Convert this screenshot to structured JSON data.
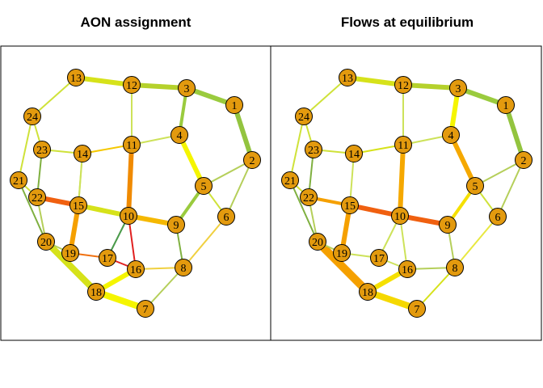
{
  "panels": [
    {
      "title": "AON assignment",
      "nodes": [
        {
          "id": "1",
          "label": "1"
        },
        {
          "id": "2",
          "label": "2"
        },
        {
          "id": "3",
          "label": "3"
        },
        {
          "id": "4",
          "label": "4"
        },
        {
          "id": "5",
          "label": "5"
        },
        {
          "id": "6",
          "label": "6"
        },
        {
          "id": "7",
          "label": "7"
        },
        {
          "id": "8",
          "label": "8"
        },
        {
          "id": "9",
          "label": "9"
        },
        {
          "id": "10",
          "label": "10"
        },
        {
          "id": "11",
          "label": "11"
        },
        {
          "id": "12",
          "label": "12"
        },
        {
          "id": "13",
          "label": "13"
        },
        {
          "id": "14",
          "label": "14"
        },
        {
          "id": "15",
          "label": "15"
        },
        {
          "id": "16",
          "label": "16"
        },
        {
          "id": "17",
          "label": "17"
        },
        {
          "id": "18",
          "label": "18"
        },
        {
          "id": "19",
          "label": "19"
        },
        {
          "id": "20",
          "label": "20"
        },
        {
          "id": "21",
          "label": "21"
        },
        {
          "id": "22",
          "label": "22"
        },
        {
          "id": "23",
          "label": "23"
        },
        {
          "id": "24",
          "label": "24"
        }
      ],
      "edges": [
        {
          "from": "13",
          "to": "12",
          "color": "#d6e21a",
          "weight": 3
        },
        {
          "from": "12",
          "to": "3",
          "color": "#b5d12c",
          "weight": 3
        },
        {
          "from": "3",
          "to": "1",
          "color": "#9acb3e",
          "weight": 3
        },
        {
          "from": "1",
          "to": "2",
          "color": "#93c43f",
          "weight": 3
        },
        {
          "from": "13",
          "to": "24",
          "color": "#cfe23a",
          "weight": 1
        },
        {
          "from": "12",
          "to": "11",
          "color": "#cde25a",
          "weight": 1
        },
        {
          "from": "3",
          "to": "4",
          "color": "#9acb3e",
          "weight": 2
        },
        {
          "from": "4",
          "to": "11",
          "color": "#cde25a",
          "weight": 1
        },
        {
          "from": "4",
          "to": "5",
          "color": "#f5f500",
          "weight": 3
        },
        {
          "from": "2",
          "to": "5",
          "color": "#b5cf5a",
          "weight": 1
        },
        {
          "from": "2",
          "to": "6",
          "color": "#b5cf5a",
          "weight": 1
        },
        {
          "from": "5",
          "to": "6",
          "color": "#cfe23a",
          "weight": 1
        },
        {
          "from": "5",
          "to": "9",
          "color": "#9acb3e",
          "weight": 2
        },
        {
          "from": "6",
          "to": "8",
          "color": "#f0d040",
          "weight": 1
        },
        {
          "from": "8",
          "to": "7",
          "color": "#b5cf5a",
          "weight": 1
        },
        {
          "from": "9",
          "to": "8",
          "color": "#7fb040",
          "weight": 1
        },
        {
          "from": "10",
          "to": "9",
          "color": "#f5b800",
          "weight": 3
        },
        {
          "from": "11",
          "to": "10",
          "color": "#f08a00",
          "weight": 3
        },
        {
          "from": "11",
          "to": "14",
          "color": "#f5c800",
          "weight": 1
        },
        {
          "from": "14",
          "to": "15",
          "color": "#cde25a",
          "weight": 1
        },
        {
          "from": "15",
          "to": "10",
          "color": "#d6e21a",
          "weight": 3
        },
        {
          "from": "15",
          "to": "22",
          "color": "#f06010",
          "weight": 3
        },
        {
          "from": "15",
          "to": "19",
          "color": "#f5a000",
          "weight": 3
        },
        {
          "from": "10",
          "to": "17",
          "color": "#4a9a4a",
          "weight": 1
        },
        {
          "from": "10",
          "to": "16",
          "color": "#e02020",
          "weight": 1
        },
        {
          "from": "17",
          "to": "16",
          "color": "#e02020",
          "weight": 1
        },
        {
          "from": "16",
          "to": "8",
          "color": "#f0d040",
          "weight": 1
        },
        {
          "from": "16",
          "to": "18",
          "color": "#f5f500",
          "weight": 3
        },
        {
          "from": "19",
          "to": "17",
          "color": "#f07010",
          "weight": 1
        },
        {
          "from": "18",
          "to": "7",
          "color": "#f5f500",
          "weight": 4
        },
        {
          "from": "20",
          "to": "18",
          "color": "#d6e21a",
          "weight": 4
        },
        {
          "from": "20",
          "to": "19",
          "color": "#b5cf5a",
          "weight": 1
        },
        {
          "from": "21",
          "to": "20",
          "color": "#7fb040",
          "weight": 1
        },
        {
          "from": "22",
          "to": "20",
          "color": "#b5cf5a",
          "weight": 1
        },
        {
          "from": "21",
          "to": "24",
          "color": "#cfe23a",
          "weight": 1
        },
        {
          "from": "24",
          "to": "23",
          "color": "#cfe23a",
          "weight": 1
        },
        {
          "from": "23",
          "to": "14",
          "color": "#cfe23a",
          "weight": 1
        },
        {
          "from": "23",
          "to": "22",
          "color": "#7fb040",
          "weight": 1
        },
        {
          "from": "21",
          "to": "22",
          "color": "#cfe23a",
          "weight": 1
        },
        {
          "from": "14",
          "to": "15",
          "color": "#cde25a",
          "weight": 1
        }
      ]
    },
    {
      "title": "Flows at equilibrium",
      "nodes": [
        {
          "id": "1",
          "label": "1"
        },
        {
          "id": "2",
          "label": "2"
        },
        {
          "id": "3",
          "label": "3"
        },
        {
          "id": "4",
          "label": "4"
        },
        {
          "id": "5",
          "label": "5"
        },
        {
          "id": "6",
          "label": "6"
        },
        {
          "id": "7",
          "label": "7"
        },
        {
          "id": "8",
          "label": "8"
        },
        {
          "id": "9",
          "label": "9"
        },
        {
          "id": "10",
          "label": "10"
        },
        {
          "id": "11",
          "label": "11"
        },
        {
          "id": "12",
          "label": "12"
        },
        {
          "id": "13",
          "label": "13"
        },
        {
          "id": "14",
          "label": "14"
        },
        {
          "id": "15",
          "label": "15"
        },
        {
          "id": "16",
          "label": "16"
        },
        {
          "id": "17",
          "label": "17"
        },
        {
          "id": "18",
          "label": "18"
        },
        {
          "id": "19",
          "label": "19"
        },
        {
          "id": "20",
          "label": "20"
        },
        {
          "id": "21",
          "label": "21"
        },
        {
          "id": "22",
          "label": "22"
        },
        {
          "id": "23",
          "label": "23"
        },
        {
          "id": "24",
          "label": "24"
        }
      ],
      "edges": [
        {
          "from": "13",
          "to": "12",
          "color": "#d6e21a",
          "weight": 3
        },
        {
          "from": "12",
          "to": "3",
          "color": "#b5d12c",
          "weight": 3
        },
        {
          "from": "3",
          "to": "1",
          "color": "#9acb3e",
          "weight": 3
        },
        {
          "from": "1",
          "to": "2",
          "color": "#93c43f",
          "weight": 3
        },
        {
          "from": "13",
          "to": "24",
          "color": "#cfe23a",
          "weight": 1
        },
        {
          "from": "12",
          "to": "11",
          "color": "#cde25a",
          "weight": 1
        },
        {
          "from": "3",
          "to": "4",
          "color": "#f5f500",
          "weight": 3
        },
        {
          "from": "4",
          "to": "11",
          "color": "#cde25a",
          "weight": 1
        },
        {
          "from": "4",
          "to": "5",
          "color": "#f5a800",
          "weight": 3
        },
        {
          "from": "2",
          "to": "5",
          "color": "#b5cf5a",
          "weight": 1
        },
        {
          "from": "2",
          "to": "6",
          "color": "#b5cf5a",
          "weight": 1
        },
        {
          "from": "5",
          "to": "6",
          "color": "#cfe23a",
          "weight": 1
        },
        {
          "from": "5",
          "to": "9",
          "color": "#f5e000",
          "weight": 2
        },
        {
          "from": "6",
          "to": "8",
          "color": "#e8e840",
          "weight": 1
        },
        {
          "from": "8",
          "to": "7",
          "color": "#d6e21a",
          "weight": 1
        },
        {
          "from": "9",
          "to": "8",
          "color": "#b5cf5a",
          "weight": 1
        },
        {
          "from": "10",
          "to": "9",
          "color": "#f06010",
          "weight": 3
        },
        {
          "from": "11",
          "to": "10",
          "color": "#f5a800",
          "weight": 3
        },
        {
          "from": "11",
          "to": "14",
          "color": "#d6e21a",
          "weight": 1
        },
        {
          "from": "14",
          "to": "15",
          "color": "#cde25a",
          "weight": 1
        },
        {
          "from": "15",
          "to": "10",
          "color": "#f06010",
          "weight": 3
        },
        {
          "from": "15",
          "to": "22",
          "color": "#f5a000",
          "weight": 2
        },
        {
          "from": "15",
          "to": "19",
          "color": "#f5a000",
          "weight": 3
        },
        {
          "from": "10",
          "to": "17",
          "color": "#cde25a",
          "weight": 1
        },
        {
          "from": "10",
          "to": "16",
          "color": "#cde25a",
          "weight": 1
        },
        {
          "from": "17",
          "to": "16",
          "color": "#cde25a",
          "weight": 1
        },
        {
          "from": "16",
          "to": "8",
          "color": "#b5cf5a",
          "weight": 1
        },
        {
          "from": "16",
          "to": "18",
          "color": "#f5e000",
          "weight": 3
        },
        {
          "from": "19",
          "to": "17",
          "color": "#cde25a",
          "weight": 1
        },
        {
          "from": "18",
          "to": "7",
          "color": "#f5d800",
          "weight": 4
        },
        {
          "from": "20",
          "to": "18",
          "color": "#f5a000",
          "weight": 5
        },
        {
          "from": "20",
          "to": "19",
          "color": "#b5cf5a",
          "weight": 1
        },
        {
          "from": "21",
          "to": "20",
          "color": "#7fb040",
          "weight": 1
        },
        {
          "from": "22",
          "to": "20",
          "color": "#b5cf5a",
          "weight": 1
        },
        {
          "from": "21",
          "to": "24",
          "color": "#cfe23a",
          "weight": 1
        },
        {
          "from": "24",
          "to": "23",
          "color": "#cfe23a",
          "weight": 1
        },
        {
          "from": "23",
          "to": "14",
          "color": "#cfe23a",
          "weight": 1
        },
        {
          "from": "23",
          "to": "22",
          "color": "#7fb040",
          "weight": 1
        },
        {
          "from": "21",
          "to": "22",
          "color": "#cfe23a",
          "weight": 1
        }
      ]
    }
  ],
  "colors": {
    "node_fill": "#e39a0e",
    "node_border": "#000000",
    "frame": "#000000"
  }
}
